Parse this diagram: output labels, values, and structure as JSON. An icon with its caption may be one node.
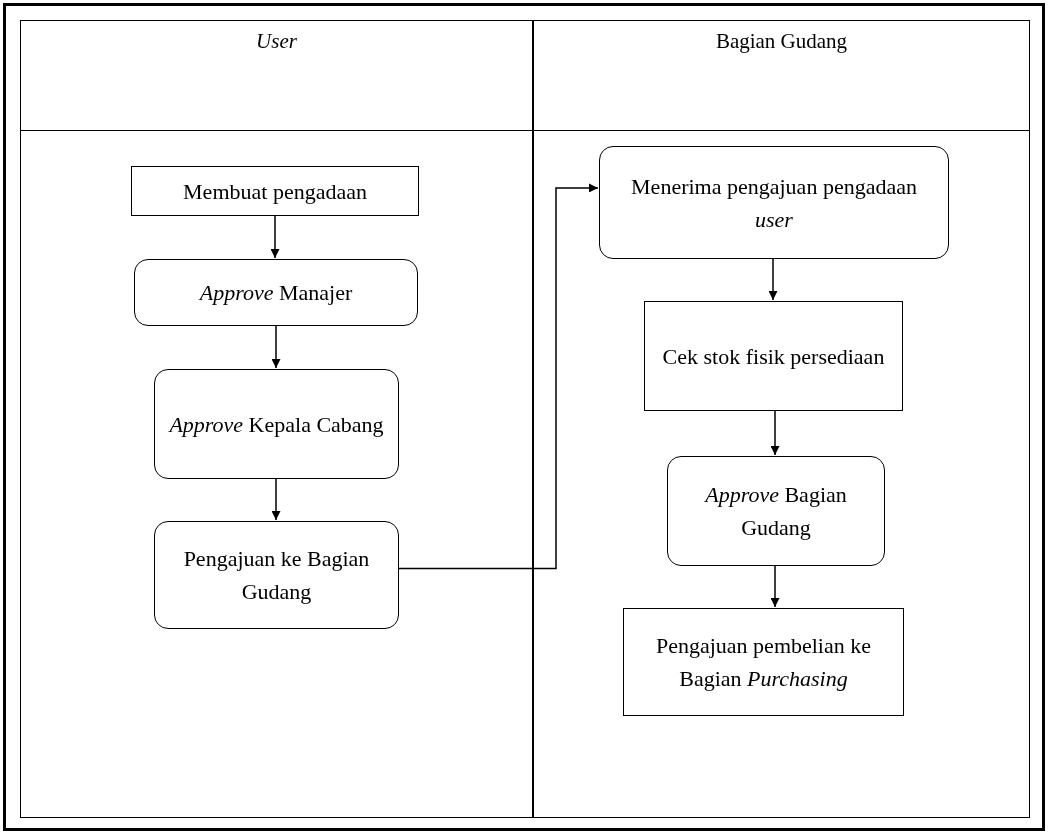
{
  "diagram": {
    "nodes": [
      {
        "text": [
          "User"
        ]
      },
      {
        "text": [
          "Bagian Gudang"
        ]
      },
      {
        "text": [
          "Membuat pengadaan"
        ],
        "in": 0
      },
      {
        "text": [
          "*Approve* Manajer"
        ],
        "in": 0
      },
      {
        "text": [
          "*Approve* Kepala Cabang"
        ],
        "in": 0
      },
      {
        "text": [
          "Pengajuan ke Bagian Gudang"
        ],
        "in": 0
      },
      {
        "text": [
          "Menerima pengajuan pengadaan *user*"
        ],
        "in": 1
      },
      {
        "text": [
          "Cek stok fisik persediaan"
        ],
        "in": 1
      },
      {
        "text": [
          "*Approve* Bagian Gudang"
        ],
        "in": 1
      },
      {
        "text": [
          "Pengajuan pembelian ke Bagian *Purchasing*"
        ],
        "in": 1
      }
    ],
    "edges": [
      {
        "from": 2,
        "to": 3,
        "arrow": "to"
      },
      {
        "from": 3,
        "to": 4,
        "arrow": "to"
      },
      {
        "from": 4,
        "to": 5,
        "arrow": "to"
      },
      {
        "from": 5,
        "to": 6,
        "arrow": "to"
      },
      {
        "from": 6,
        "to": 7,
        "arrow": "to"
      },
      {
        "from": 7,
        "to": 8,
        "arrow": "to"
      },
      {
        "from": 8,
        "to": 9,
        "arrow": "to"
      }
    ]
  }
}
